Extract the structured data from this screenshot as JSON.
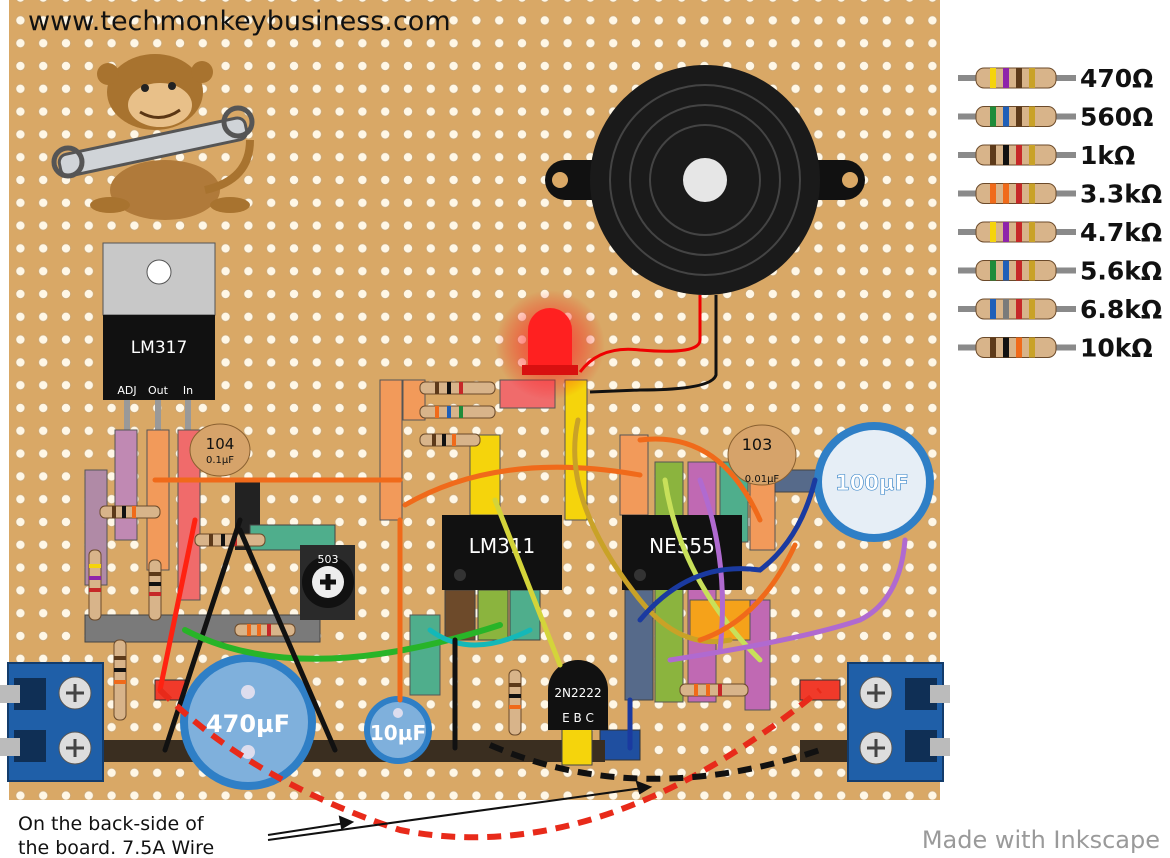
{
  "header": {
    "website": "www.techmonkeybusiness.com"
  },
  "components": {
    "regulator": {
      "name": "LM317",
      "pins": [
        "ADJ",
        "Out",
        "In"
      ]
    },
    "comparator": {
      "name": "LM311"
    },
    "timer": {
      "name": "NE555"
    },
    "transistor": {
      "name": "2N2222",
      "pins": "E B C"
    },
    "trimpot": {
      "label": "503"
    },
    "cap_104": {
      "code": "104",
      "value": "0.1µF"
    },
    "cap_103": {
      "code": "103",
      "value": "0.01µF"
    },
    "cap_100uf": {
      "value": "100µF"
    },
    "cap_470uf": {
      "value": "470µF"
    },
    "cap_10uf": {
      "value": "10µF"
    }
  },
  "legend": {
    "items": [
      {
        "label": "470Ω",
        "bands": [
          "#f5d40c",
          "#8e24aa",
          "#5d3a1a",
          "#c9a227"
        ]
      },
      {
        "label": "560Ω",
        "bands": [
          "#1e8c3a",
          "#1f5fb8",
          "#5d3a1a",
          "#c9a227"
        ]
      },
      {
        "label": "1kΩ",
        "bands": [
          "#5d3a1a",
          "#111111",
          "#c62828",
          "#c9a227"
        ]
      },
      {
        "label": "3.3kΩ",
        "bands": [
          "#f06a1a",
          "#f06a1a",
          "#c62828",
          "#c9a227"
        ]
      },
      {
        "label": "4.7kΩ",
        "bands": [
          "#f5d40c",
          "#8e24aa",
          "#c62828",
          "#c9a227"
        ]
      },
      {
        "label": "5.6kΩ",
        "bands": [
          "#1e8c3a",
          "#1f5fb8",
          "#c62828",
          "#c9a227"
        ]
      },
      {
        "label": "6.8kΩ",
        "bands": [
          "#1f5fb8",
          "#7a7a7a",
          "#c62828",
          "#c9a227"
        ]
      },
      {
        "label": "10kΩ",
        "bands": [
          "#5d3a1a",
          "#111111",
          "#f06a1a",
          "#c9a227"
        ]
      }
    ]
  },
  "annotation": {
    "line1": "On the back-side of",
    "line2": "the board. 7.5A Wire"
  },
  "footer": {
    "credit": "Made with Inkscape"
  },
  "icons": [
    "monkey-mascot-icon",
    "piezo-buzzer-icon",
    "red-led-icon",
    "terminal-block-icon"
  ]
}
